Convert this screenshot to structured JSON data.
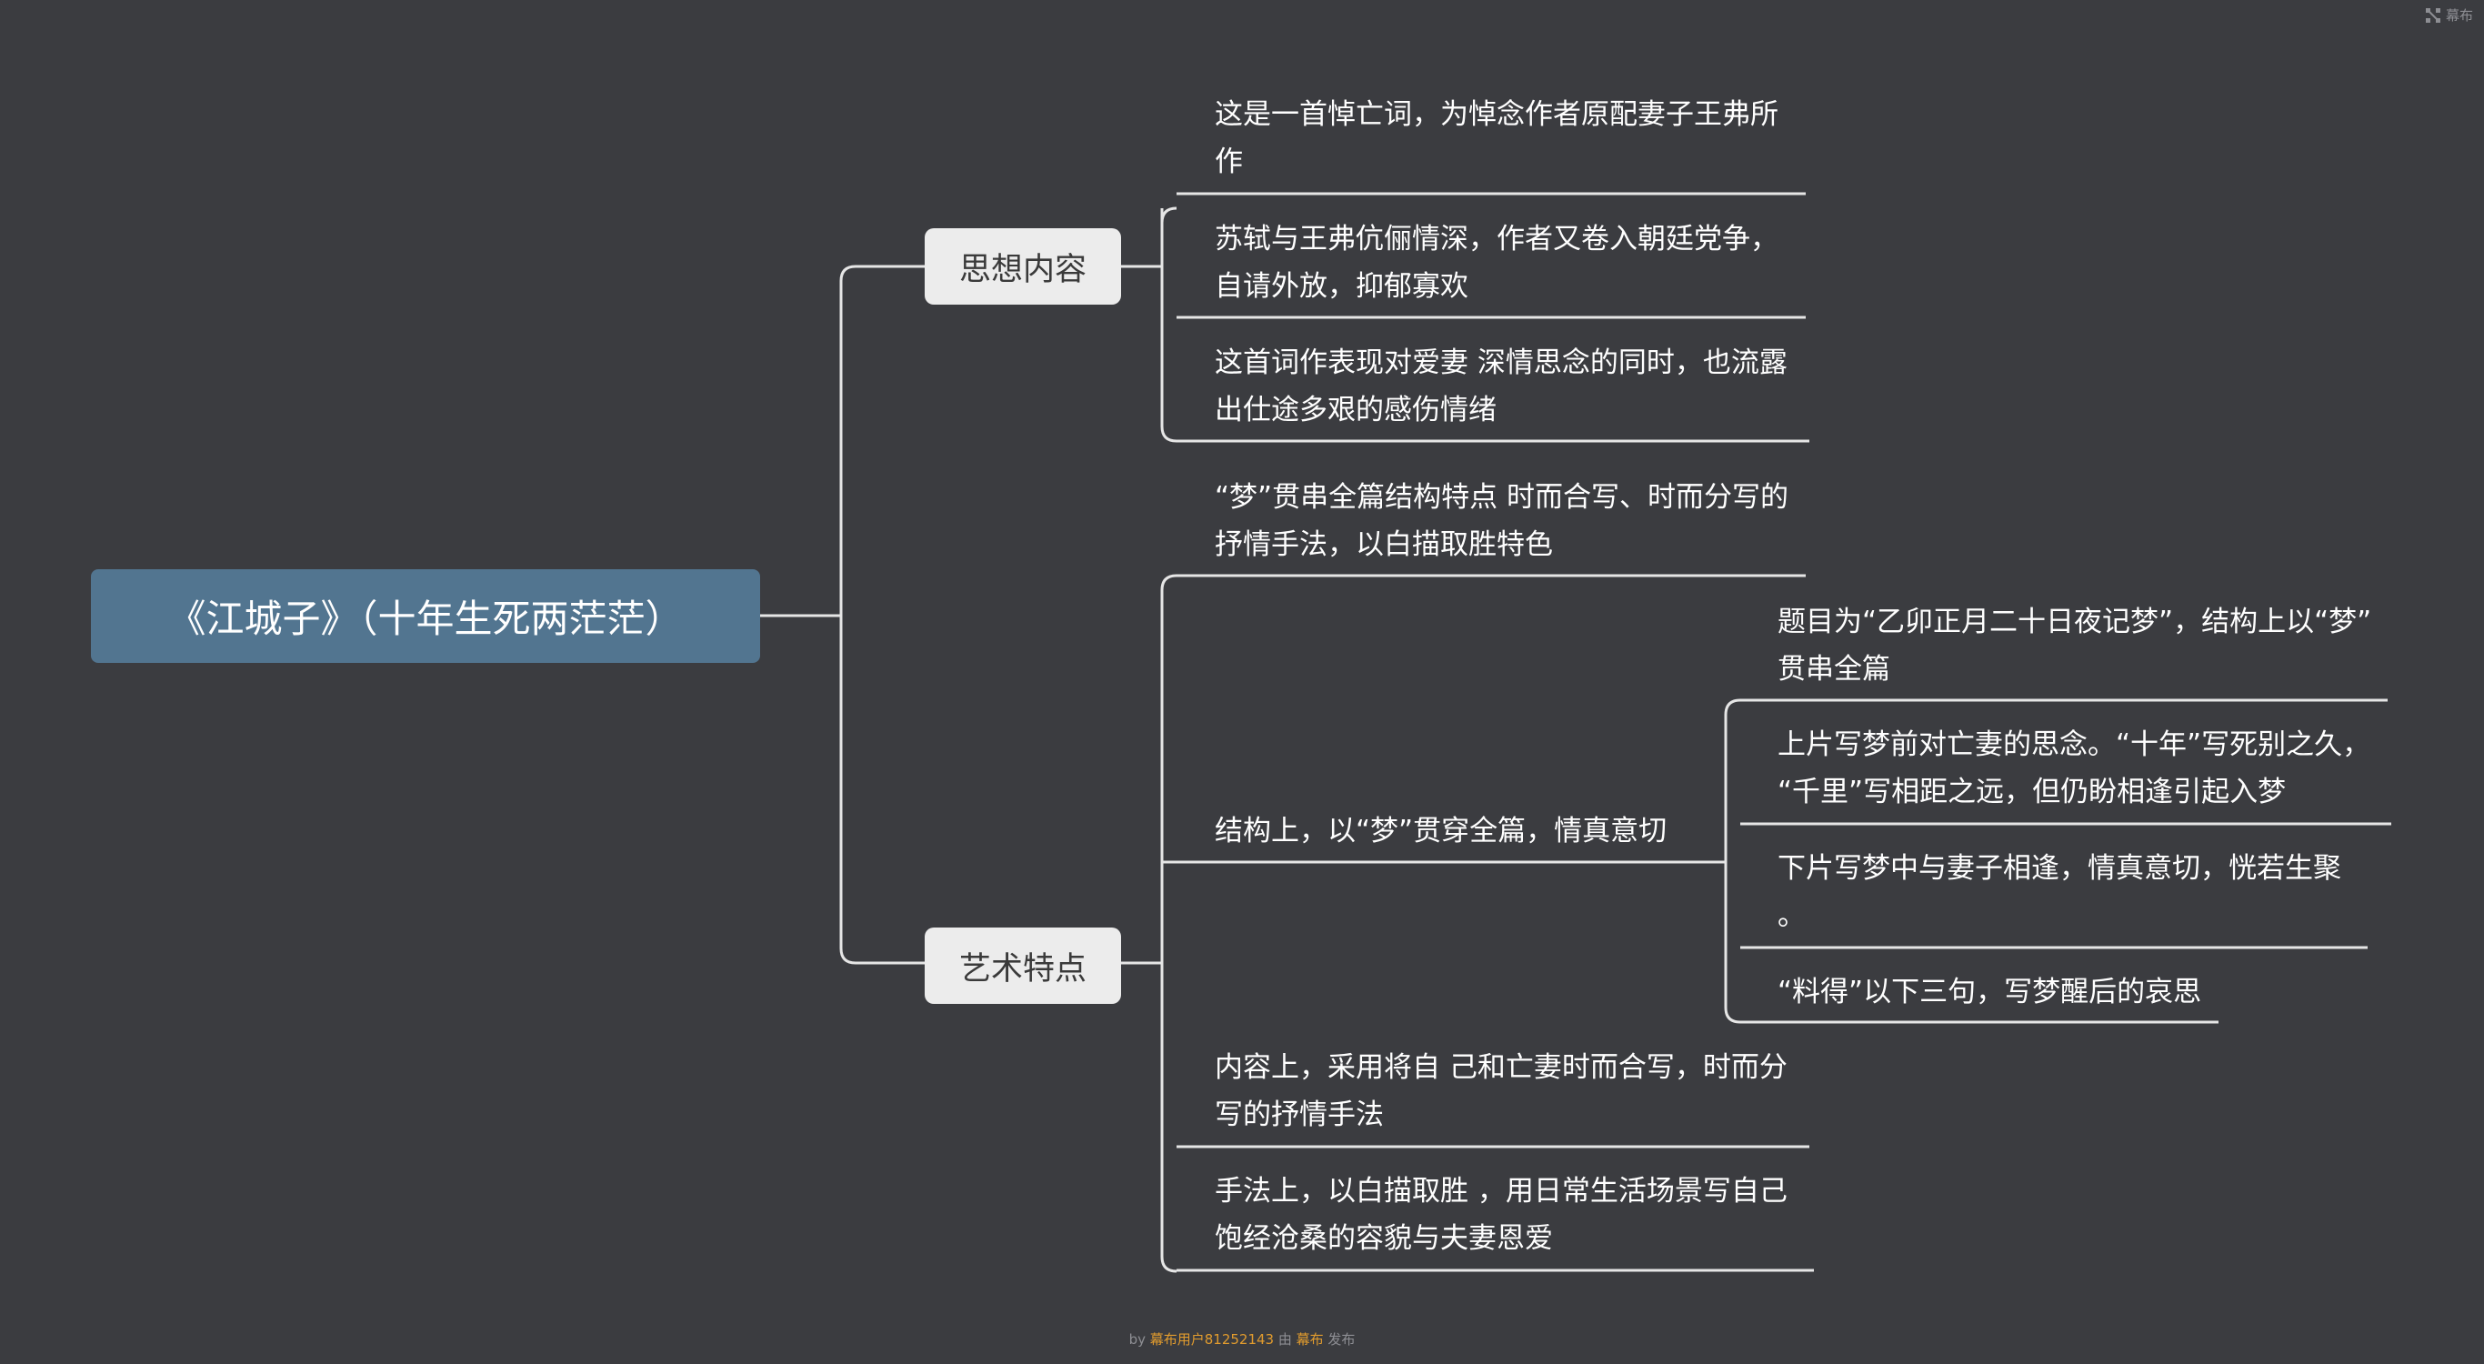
{
  "mindmap": {
    "root": "《江城子》（十年生死两茫茫）",
    "branches": [
      {
        "label": "思想内容",
        "items": [
          [
            "这是一首悼亡词，为悼念作者原配妻子王弗所",
            "作"
          ],
          [
            "苏轼与王弗伉俪情深，作者又卷入朝廷党争，",
            "自请外放，抑郁寡欢"
          ],
          [
            "这首词作表现对爱妻 深情思念的同时，也流露",
            "出仕途多艰的感伤情绪"
          ]
        ]
      },
      {
        "label": "艺术特点",
        "items": [
          [
            "“梦”贯串全篇结构特点 时而合写、时而分写的",
            "抒情手法，以白描取胜特色"
          ],
          [
            "结构上，以“梦”贯穿全篇，情真意切"
          ],
          [
            "内容上，采用将自 己和亡妻时而合写，时而分",
            "写的抒情手法"
          ],
          [
            "手法上，以白描取胜 ，用日常生活场景写自己",
            "饱经沧桑的容貌与夫妻恩爱"
          ]
        ],
        "sub_items": [
          [
            "题目为“乙卯正月二十日夜记梦”，结构上以“梦”",
            "贯串全篇"
          ],
          [
            "上片写梦前对亡妻的思念。“十年”写死别之久，",
            "“千里”写相距之远，但仍盼相逢引起入梦"
          ],
          [
            "下片写梦中与妻子相逢，情真意切，恍若生聚",
            "。"
          ],
          [
            "“料得”以下三句，写梦醒后的哀思"
          ]
        ]
      }
    ]
  },
  "brand": {
    "label": "幕布"
  },
  "footer": {
    "prefix": "by ",
    "user": "幕布用户81252143",
    "middle": " 由 ",
    "app": "幕布",
    "suffix": " 发布"
  },
  "colors": {
    "background": "#3b3c40",
    "root_fill": "#527590",
    "branch_fill": "#ececec",
    "line": "#e6e6e6",
    "accent": "#e09b2e"
  }
}
